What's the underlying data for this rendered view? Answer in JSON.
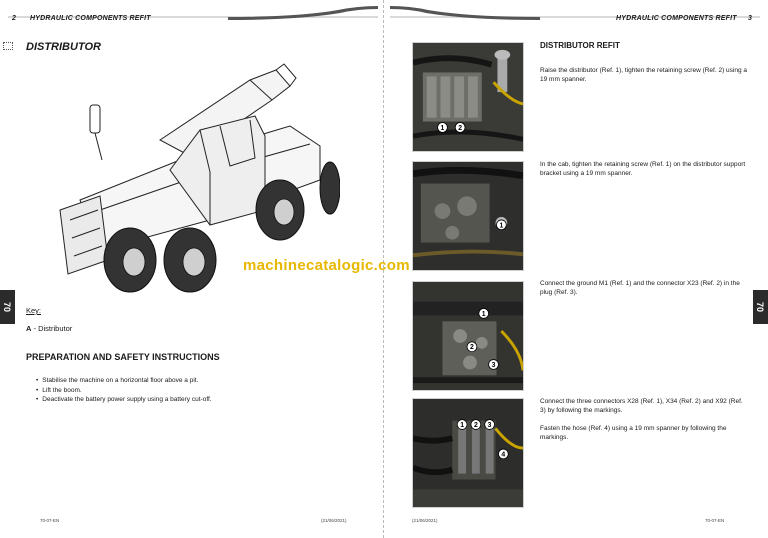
{
  "watermark": "machinecatalogic.com",
  "left_page": {
    "page_number": "2",
    "header_title": "HYDRAULIC COMPONENTS REFIT",
    "section_tab": "70",
    "section_title": "DISTRIBUTOR",
    "key_label": "Key:",
    "key_items": [
      {
        "letter": "A",
        "text": " - Distributor"
      }
    ],
    "prep_title": "PREPARATION AND SAFETY INSTRUCTIONS",
    "prep_items": [
      "Stabilise the machine on a horizontal floor above a pit.",
      "Lift the boom.",
      "Deactivate the battery power supply using a battery cut-off."
    ],
    "footer_code": "70-07-EN",
    "footer_date": "(21/06/2021)"
  },
  "right_page": {
    "page_number": "3",
    "header_title": "HYDRAULIC COMPONENTS REFIT",
    "section_tab": "70",
    "section_title": "DISTRIBUTOR REFIT",
    "steps": [
      "Raise the distributor (Ref. 1), tighten the retaining screw (Ref. 2) using a 19 mm spanner.",
      "In the cab, tighten the retaining screw (Ref. 1) on the distributor support bracket using a 19 mm spanner.",
      "Connect the ground M1 (Ref. 1) and the connector X23 (Ref. 2) in the plug (Ref. 3).",
      "Connect the three connectors X28 (Ref. 1), X34 (Ref. 2) and X92 (Ref. 3) by following the markings.",
      "Fasten the hose (Ref. 4) using a 19 mm spanner by following the markings."
    ],
    "photo_markers": [
      [
        "1",
        "2"
      ],
      [
        "1"
      ],
      [
        "1",
        "2",
        "3"
      ],
      [
        "1",
        "2",
        "3",
        "4"
      ]
    ],
    "footer_date": "(21/06/2021)",
    "footer_code": "70-07-EN"
  },
  "colors": {
    "tab_bg": "#2b2b2b",
    "watermark": "#e8b800",
    "photo_bg": "#2c2d2a"
  }
}
